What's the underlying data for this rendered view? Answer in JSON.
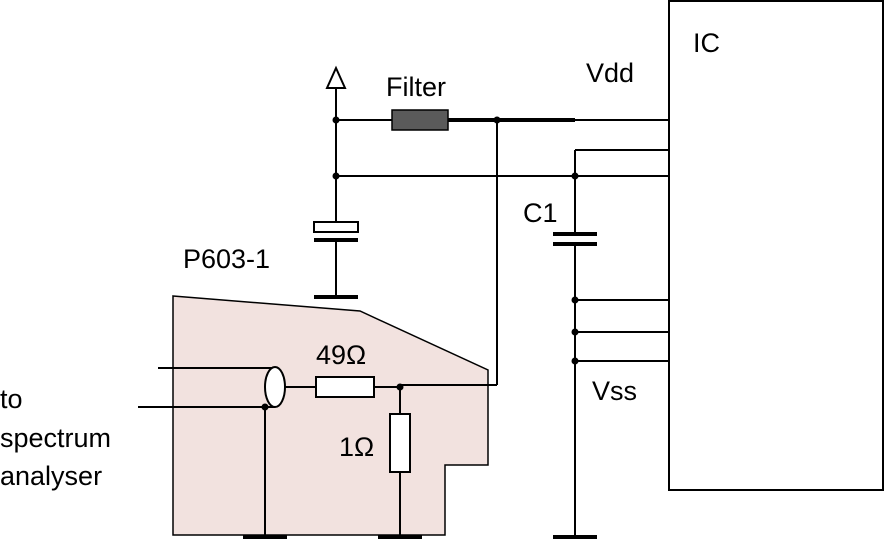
{
  "labels": {
    "ic": "IC",
    "vdd": "Vdd",
    "vss": "Vss",
    "filter": "Filter",
    "c1": "C1",
    "p603": "P603-1",
    "r49": "49Ω",
    "r1": "1Ω",
    "to_line1": "to",
    "to_line2": "spectrum",
    "to_line3": "analyser"
  },
  "colors": {
    "probe_fill": "#f2e2df",
    "filter_fill": "#5a5a5a"
  }
}
